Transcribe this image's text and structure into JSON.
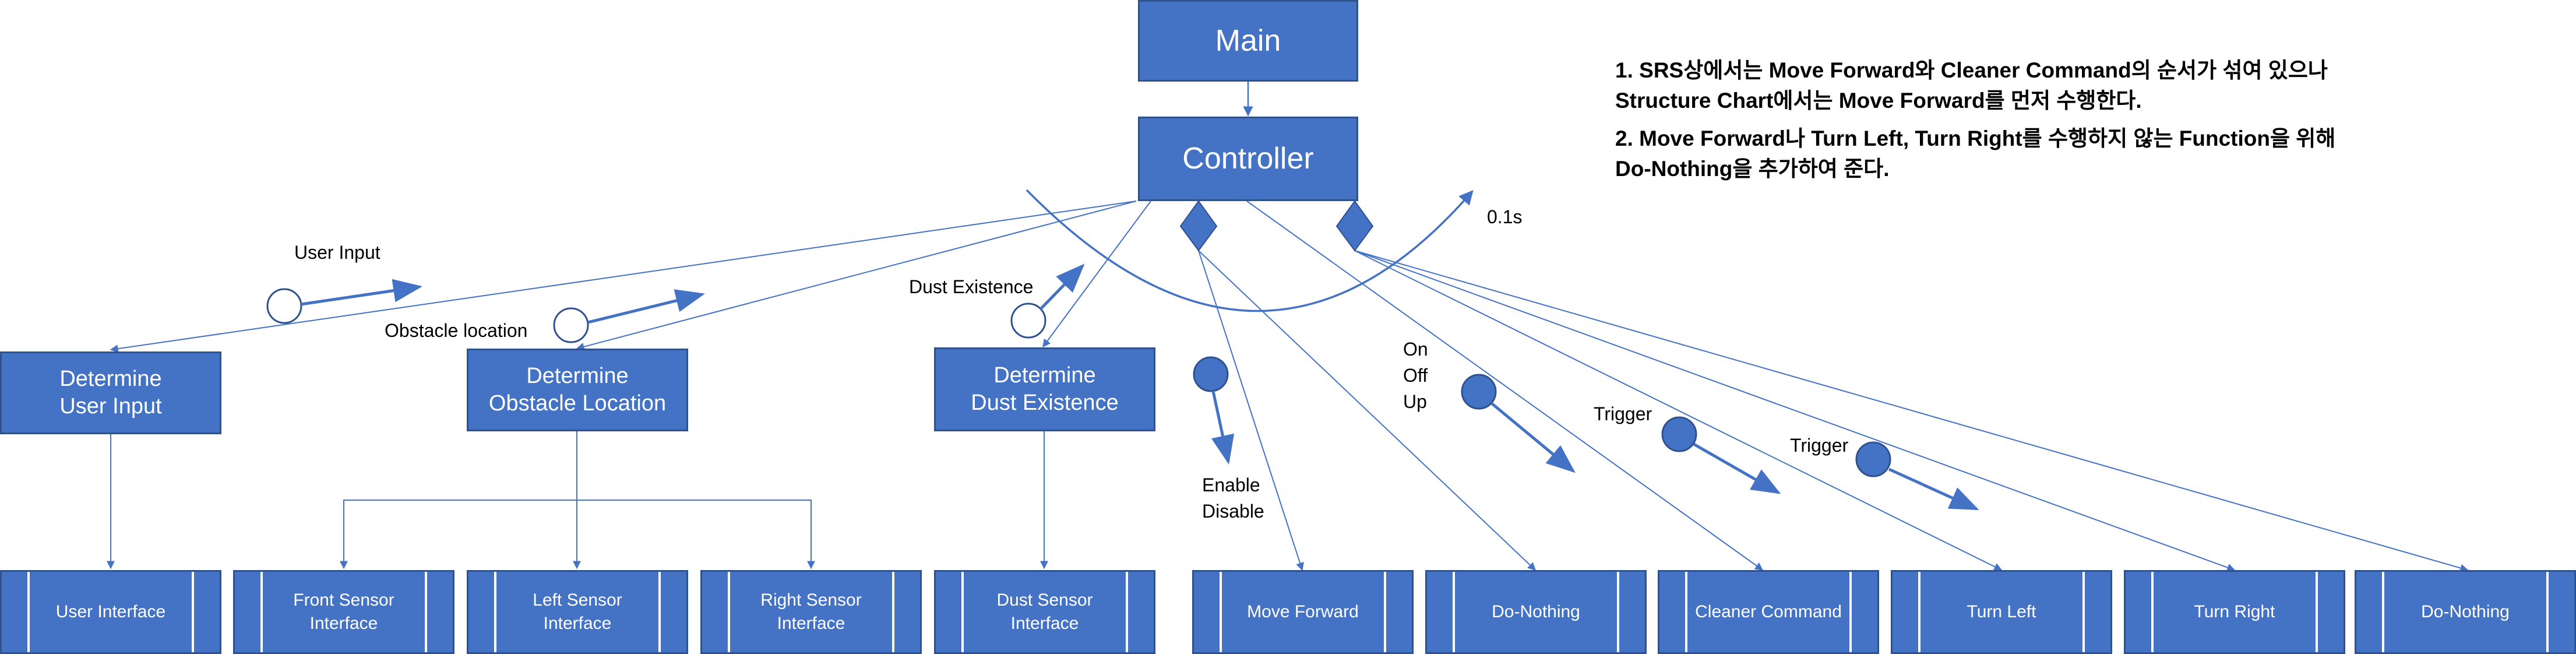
{
  "diagram": {
    "top_modules": {
      "main": "Main",
      "controller": "Controller"
    },
    "transform_modules": {
      "user_input": "Determine\nUser Input",
      "obstacle_location": "Determine\nObstacle Location",
      "dust_existence": "Determine\nDust Existence"
    },
    "leaf_modules": {
      "user_interface": "User Interface",
      "front_sensor": "Front Sensor\nInterface",
      "left_sensor": "Left Sensor\nInterface",
      "right_sensor": "Right Sensor\nInterface",
      "dust_sensor": "Dust Sensor\nInterface",
      "move_forward": "Move Forward",
      "do_nothing_1": "Do-Nothing",
      "cleaner_command": "Cleaner Command",
      "turn_left": "Turn Left",
      "turn_right": "Turn Right",
      "do_nothing_2": "Do-Nothing"
    },
    "couples": {
      "user_input": "User Input",
      "obstacle_location": "Obstacle location",
      "dust_existence": "Dust Existence",
      "loop_period": "0.1s",
      "enable_disable": "Enable\nDisable",
      "on_off_up": "On\nOff\nUp",
      "trigger_1": "Trigger",
      "trigger_2": "Trigger"
    },
    "notes": {
      "note_1": "1. SRS상에서는 Move Forward와 Cleaner Command의 순서가 섞여 있으나\n Structure Chart에서는 Move Forward를 먼저 수행한다.",
      "note_2": "2. Move Forward나 Turn Left, Turn Right를 수행하지 않는 Function을 위해\nDo-Nothing을 추가하여 준다."
    },
    "colors": {
      "module_fill": "#4472C4",
      "module_border": "#2F528F",
      "text_on_module": "#FFFFFF"
    }
  }
}
